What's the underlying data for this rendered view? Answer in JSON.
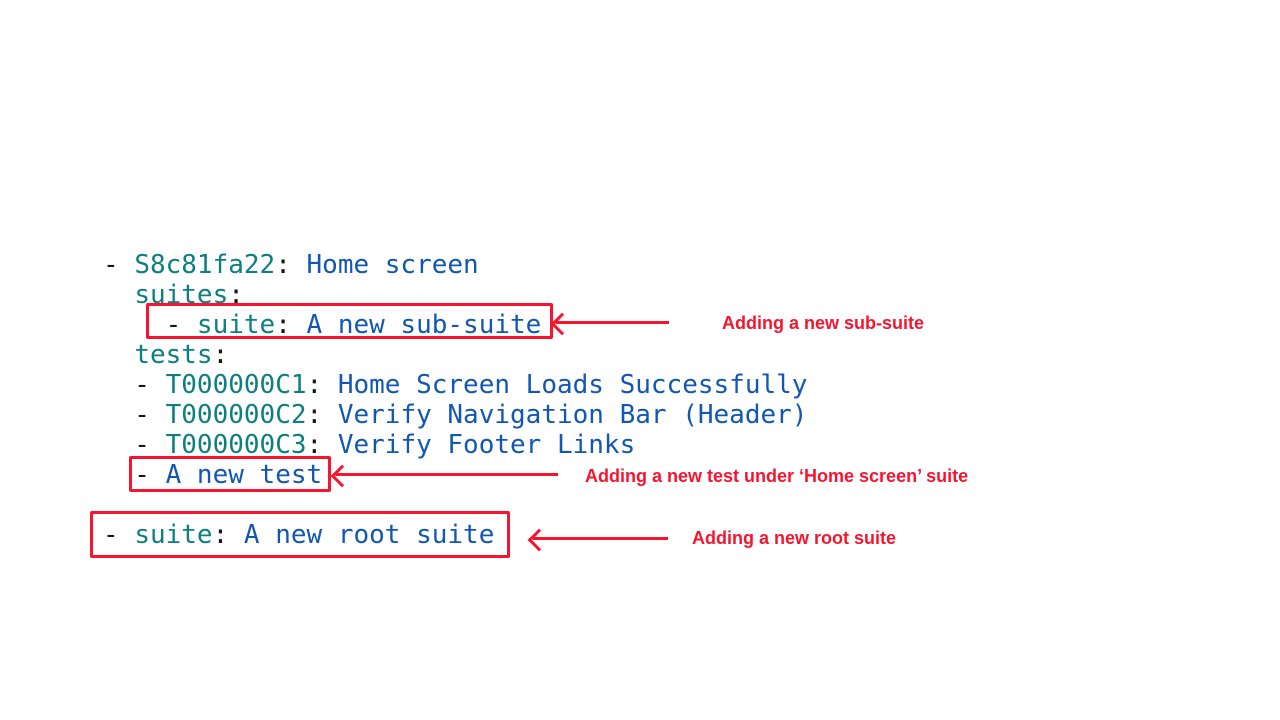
{
  "colors": {
    "key_teal": "#0e7f80",
    "value_blue": "#1257b2",
    "plain_black": "#161616",
    "annotation_red": "#f8142e",
    "background": "#ffffff"
  },
  "code": {
    "language": "yaml",
    "lines": [
      [
        {
          "t": "- ",
          "c": "p"
        },
        {
          "t": "S8c81fa22",
          "c": "k"
        },
        {
          "t": ": ",
          "c": "p"
        },
        {
          "t": "Home screen",
          "c": "v"
        }
      ],
      [
        {
          "t": "  ",
          "c": "p"
        },
        {
          "t": "suites",
          "c": "k"
        },
        {
          "t": ":",
          "c": "p"
        }
      ],
      [
        {
          "t": "    - ",
          "c": "p"
        },
        {
          "t": "suite",
          "c": "k"
        },
        {
          "t": ": ",
          "c": "p"
        },
        {
          "t": "A new sub-suite",
          "c": "v"
        }
      ],
      [
        {
          "t": "  ",
          "c": "p"
        },
        {
          "t": "tests",
          "c": "k"
        },
        {
          "t": ":",
          "c": "p"
        }
      ],
      [
        {
          "t": "  - ",
          "c": "p"
        },
        {
          "t": "T000000C1",
          "c": "k"
        },
        {
          "t": ": ",
          "c": "p"
        },
        {
          "t": "Home Screen Loads Successfully",
          "c": "v"
        }
      ],
      [
        {
          "t": "  - ",
          "c": "p"
        },
        {
          "t": "T000000C2",
          "c": "k"
        },
        {
          "t": ": ",
          "c": "p"
        },
        {
          "t": "Verify Navigation Bar (Header)",
          "c": "v"
        }
      ],
      [
        {
          "t": "  - ",
          "c": "p"
        },
        {
          "t": "T000000C3",
          "c": "k"
        },
        {
          "t": ": ",
          "c": "p"
        },
        {
          "t": "Verify Footer Links",
          "c": "v"
        }
      ],
      [
        {
          "t": "  - ",
          "c": "p"
        },
        {
          "t": "A new test",
          "c": "v"
        }
      ],
      [],
      [
        {
          "t": "- ",
          "c": "p"
        },
        {
          "t": "suite",
          "c": "k"
        },
        {
          "t": ": ",
          "c": "p"
        },
        {
          "t": "A new root suite",
          "c": "v"
        }
      ]
    ]
  },
  "annotations": [
    {
      "id": "sub-suite",
      "label": "Adding a new sub-suite"
    },
    {
      "id": "new-test",
      "label": "Adding a new test under ‘Home screen’ suite"
    },
    {
      "id": "root-suite",
      "label": "Adding a new root suite"
    }
  ]
}
